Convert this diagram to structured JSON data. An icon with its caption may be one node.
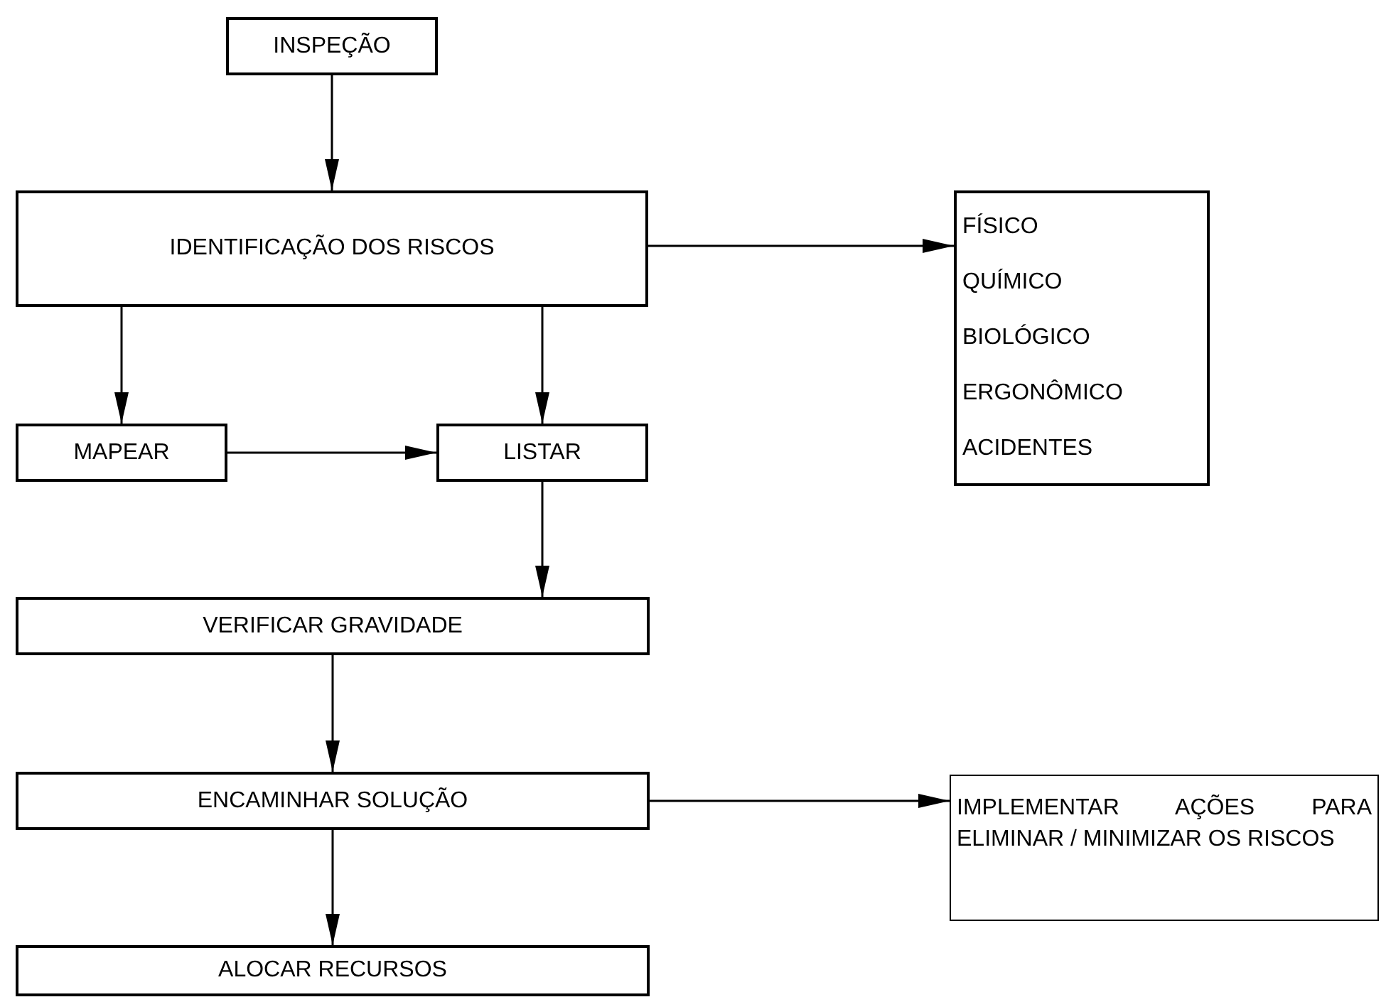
{
  "diagram": {
    "nodes": [
      {
        "text": [
          "INSPEÇÃO"
        ]
      },
      {
        "text": [
          "IDENTIFICAÇÃO DOS RISCOS"
        ]
      },
      {
        "text": [
          "FÍSICO",
          "QUÍMICO",
          "BIOLÓGICO",
          "ERGONÔMICO",
          "ACIDENTES"
        ]
      },
      {
        "text": [
          "MAPEAR"
        ]
      },
      {
        "text": [
          "LISTAR"
        ]
      },
      {
        "text": [
          "VERIFICAR GRAVIDADE"
        ]
      },
      {
        "text": [
          "ENCAMINHAR SOLUÇÃO"
        ]
      },
      {
        "text": [
          "IMPLEMENTAR AÇÕES PARA ELIMINAR / MINIMIZAR OS RISCOS"
        ]
      },
      {
        "text": [
          "ALOCAR RECURSOS"
        ]
      }
    ],
    "edges": [
      {
        "from": 0,
        "to": 1,
        "arrow": "to"
      },
      {
        "from": 1,
        "to": 2,
        "arrow": "to"
      },
      {
        "from": 1,
        "to": 3,
        "arrow": "to"
      },
      {
        "from": 1,
        "to": 4,
        "arrow": "to"
      },
      {
        "from": 3,
        "to": 4,
        "arrow": "to"
      },
      {
        "from": 4,
        "to": 5,
        "arrow": "to"
      },
      {
        "from": 5,
        "to": 6,
        "arrow": "to"
      },
      {
        "from": 6,
        "to": 7,
        "arrow": "to"
      },
      {
        "from": 6,
        "to": 8,
        "arrow": "to"
      }
    ]
  }
}
